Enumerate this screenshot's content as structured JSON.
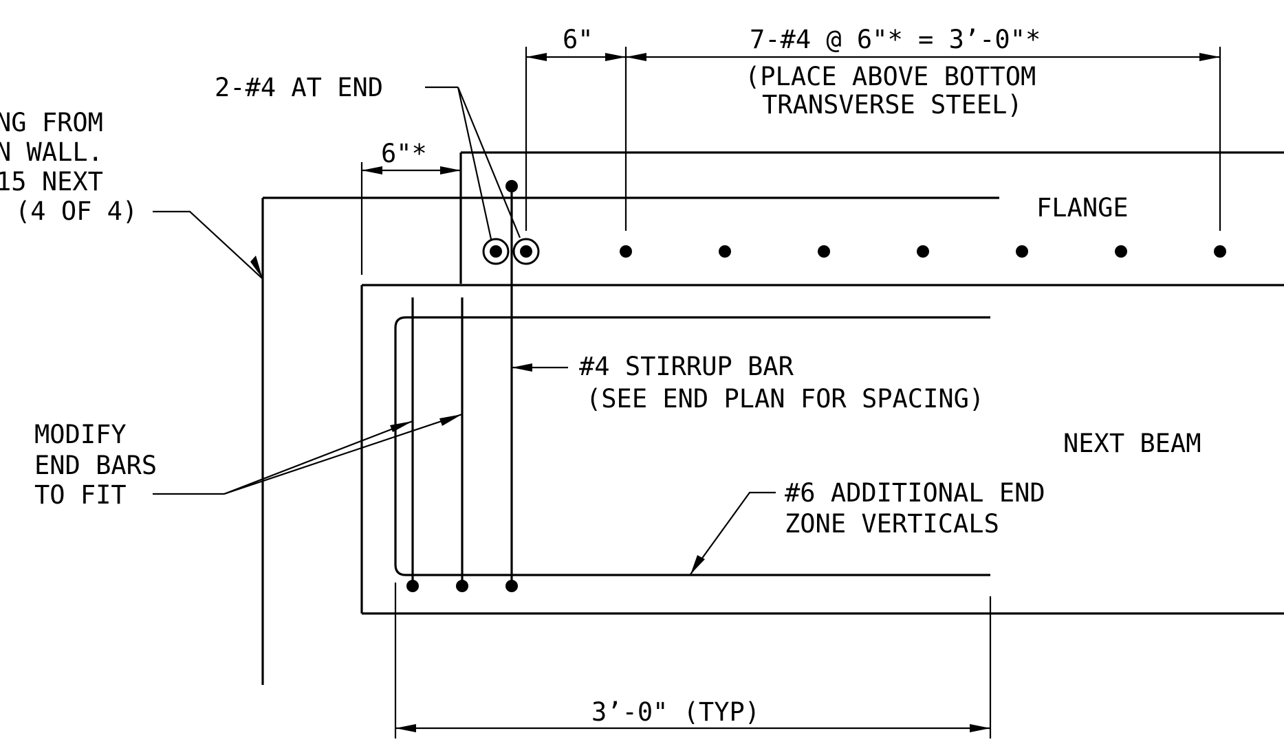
{
  "labels": {
    "left_note": [
      "NG FROM",
      "N WALL.",
      "15 NEXT",
      "(4 OF 4)"
    ],
    "dim_6in_star": "6\"*",
    "two_bar": "2-#4 AT END",
    "dim_6in": "6\"",
    "bar_spacing": "7-#4 @ 6\"* = 3’-0\"*",
    "place_note": [
      "(PLACE ABOVE BOTTOM",
      "TRANSVERSE STEEL)"
    ],
    "flange": "FLANGE",
    "stirrup": [
      "#4 STIRRUP BAR",
      "(SEE END PLAN FOR SPACING)"
    ],
    "modify": [
      "MODIFY",
      "END BARS",
      "TO FIT"
    ],
    "next_beam": "NEXT BEAM",
    "additional": [
      "#6 ADDITIONAL END",
      "ZONE VERTICALS"
    ],
    "typ_dim": "3’-0\" (TYP)"
  }
}
